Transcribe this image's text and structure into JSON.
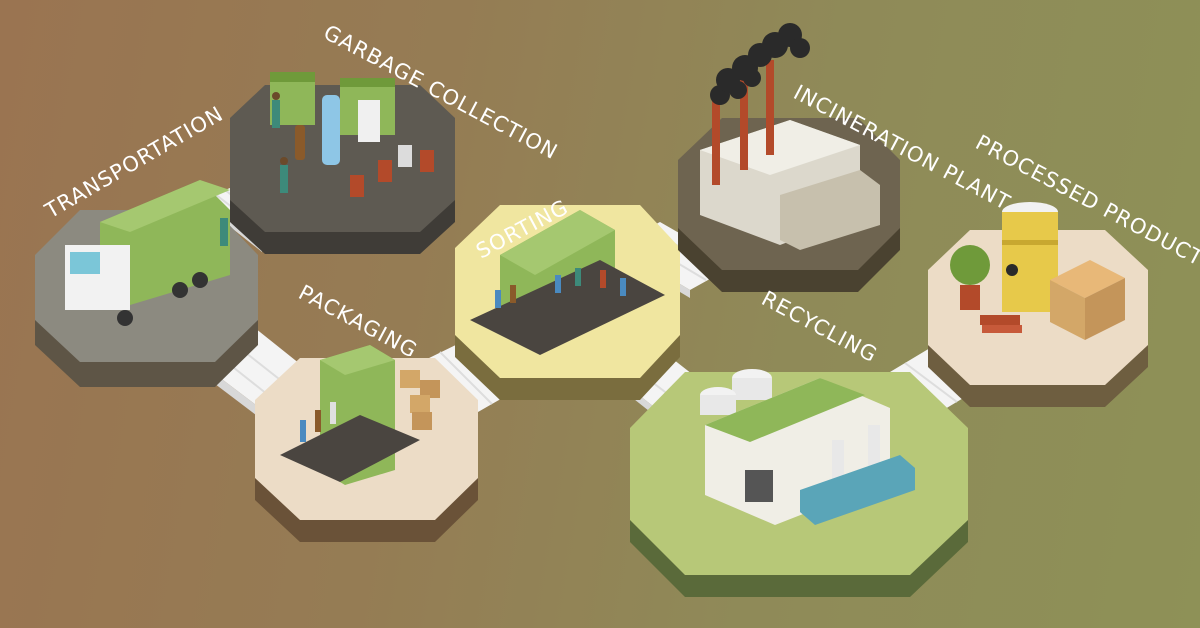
{
  "stages": {
    "transportation": "TRANSPORTATION",
    "garbage_collection": "GARBAGE COLLECTION",
    "sorting": "SORTING",
    "packaging": "PACKAGING",
    "incineration_plant": "INCINERATION PLANT",
    "recycling": "RECYCLING",
    "processed_product": "PROCESSED PRODUCT"
  },
  "colors": {
    "bg_left": "#9a7451",
    "bg_right": "#8e9157",
    "platform_dark": "#5e5a52",
    "platform_gray": "#8c8a80",
    "platform_yellow": "#f0e6a0",
    "platform_beige": "#ecdcc6",
    "platform_green": "#b7c878",
    "accent_green": "#8fb759",
    "smoke": "#2a2a2a",
    "stairs": "#f4f4f4"
  }
}
